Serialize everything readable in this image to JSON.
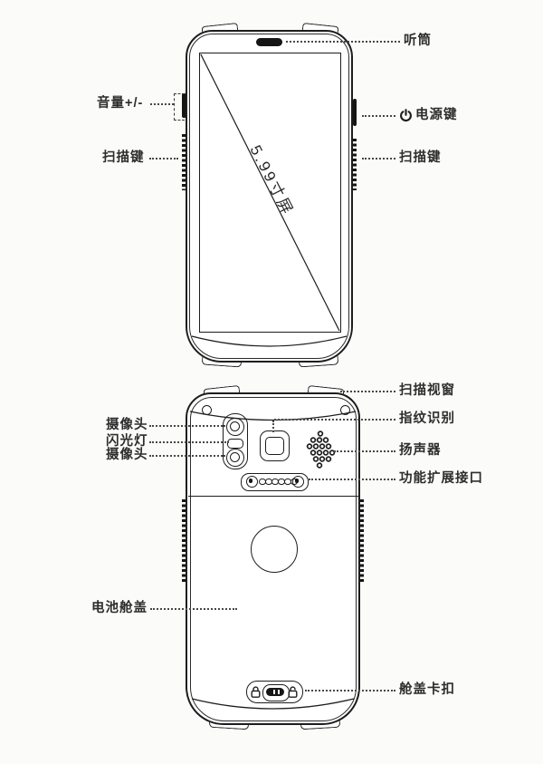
{
  "diagram": {
    "front": {
      "screen_label": "5.99寸屏",
      "labels": {
        "earpiece": "听筒",
        "volume": "音量+/-",
        "power": "电源键",
        "scan_left": "扫描键",
        "scan_right": "扫描键"
      }
    },
    "back": {
      "labels": {
        "scan_window": "扫描视窗",
        "fingerprint": "指纹识别",
        "camera_top": "摄像头",
        "flash": "闪光灯",
        "camera_bottom": "摄像头",
        "speaker": "扬声器",
        "expansion_port": "功能扩展接口",
        "battery_cover": "电池舱盖",
        "cover_latch": "舱盖卡扣"
      }
    },
    "colors": {
      "line": "#1d1d1d",
      "label": "#2d2d2d",
      "dotted": "#474747",
      "fill": "#ffffff"
    }
  }
}
